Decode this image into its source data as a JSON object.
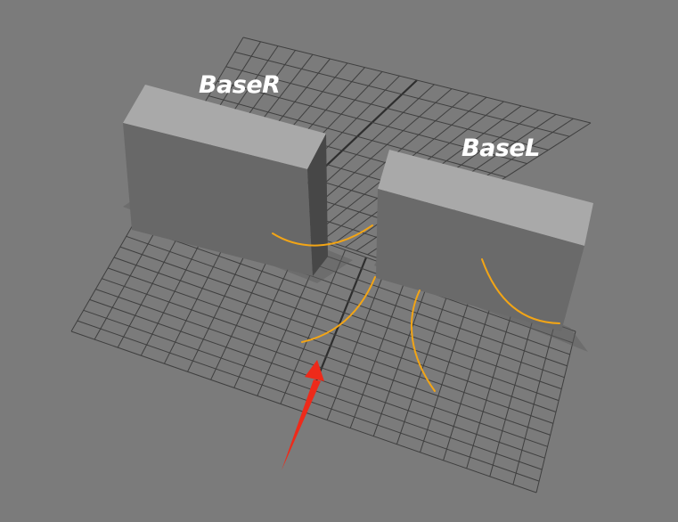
{
  "scene": {
    "objects": [
      {
        "id": "baseR",
        "label": "BaseR"
      },
      {
        "id": "baseL",
        "label": "BaseL"
      }
    ],
    "colors": {
      "background": "#7b7b7b",
      "grid": "#3f3f3f",
      "curve": "#f2a516",
      "arrow": "#ee2a1a",
      "box_top": "#a9a9a9",
      "box_front": "#686868",
      "box_side": "#4a4a4a"
    },
    "annotation": {
      "type": "arrow",
      "color": "red"
    }
  }
}
